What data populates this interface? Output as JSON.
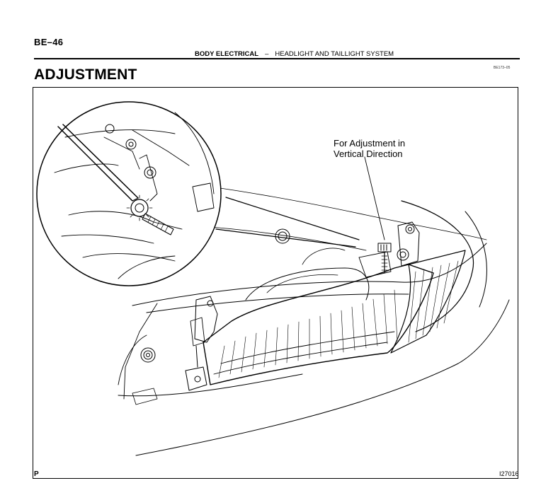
{
  "page": {
    "page_number": "BE–46",
    "section": "BODY ELECTRICAL",
    "separator": "–",
    "subsection": "HEADLIGHT AND TAILLIGHT SYSTEM",
    "figure_ref": "BE173–05",
    "title": "ADJUSTMENT"
  },
  "figure": {
    "callout_line1": "For Adjustment in",
    "callout_line2": "Vertical Direction",
    "corner_mark": "P",
    "illustration_id": "I27016"
  }
}
